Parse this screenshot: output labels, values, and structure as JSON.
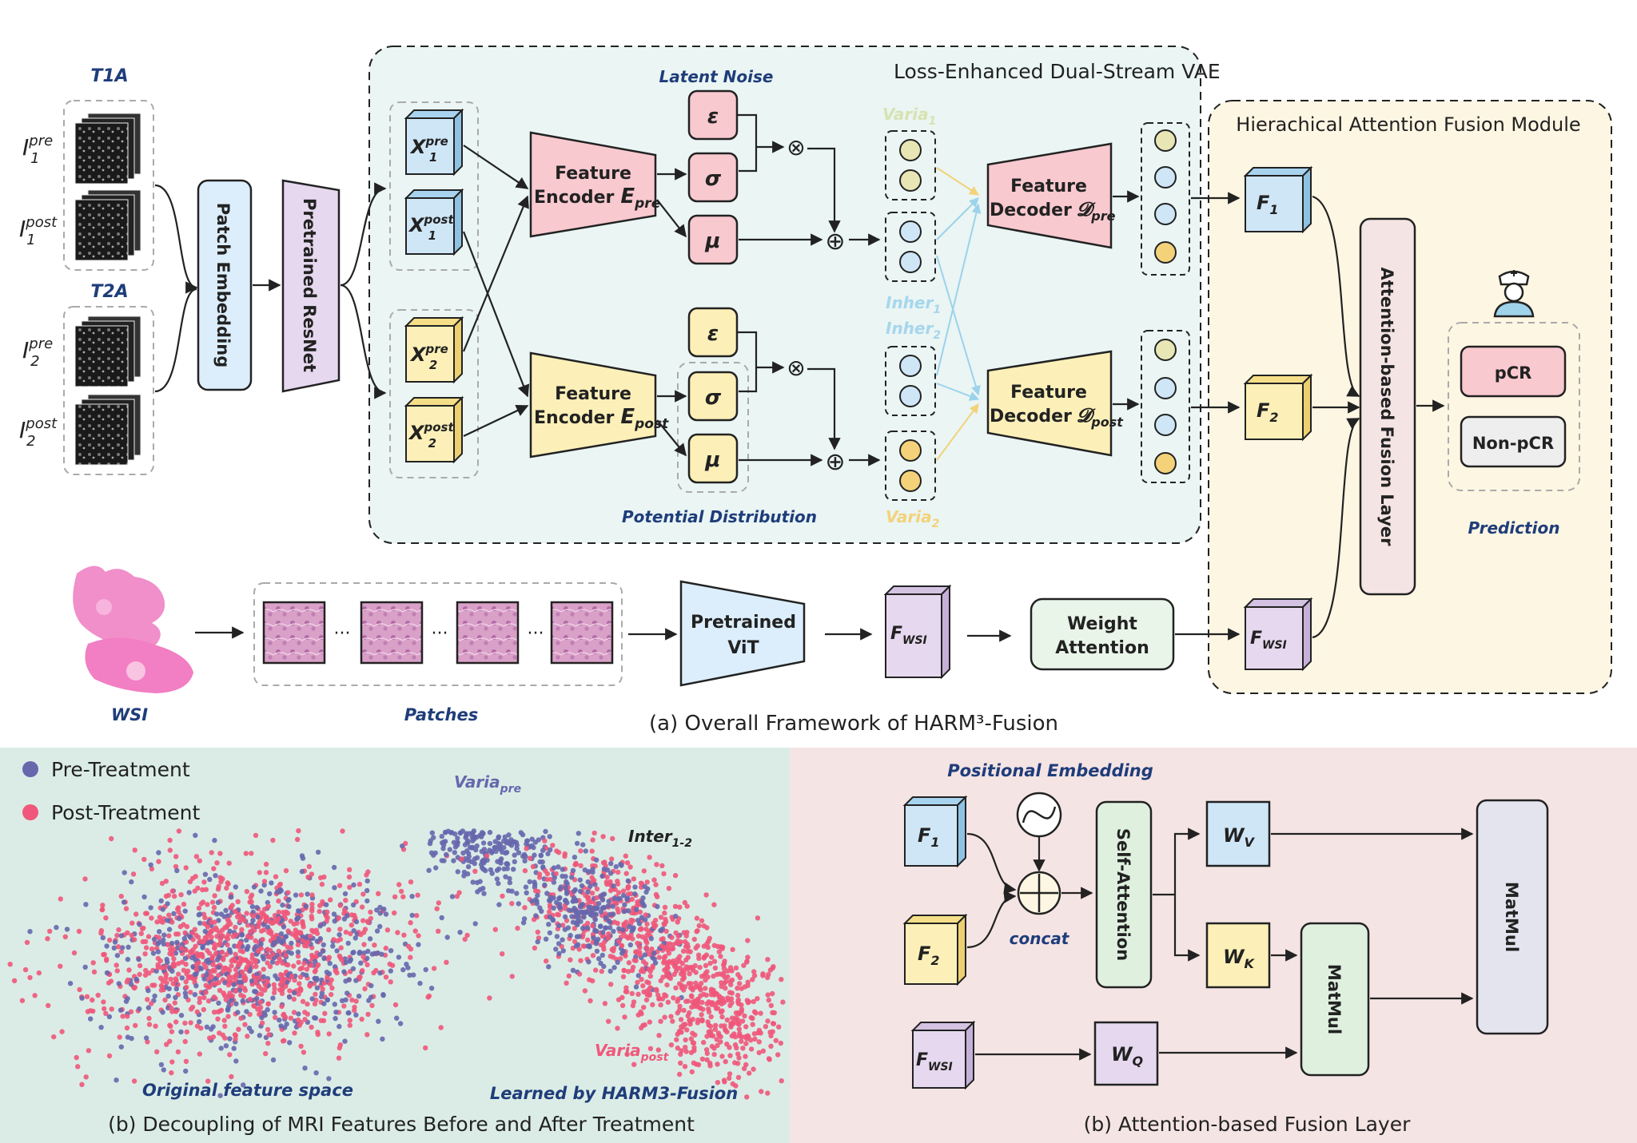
{
  "panel_a": {
    "caption": "(a) Overall Framework of HARM³-Fusion",
    "vae_title": "Loss-Enhanced Dual-Stream VAE",
    "ham_title": "Hierachical Attention Fusion Module",
    "t1a": "T1A",
    "t2a": "T2A",
    "inputs": {
      "i1pre_base": "I",
      "i1pre_sub": "1",
      "i1pre_sup": "pre",
      "i1post_base": "I",
      "i1post_sub": "1",
      "i1post_sup": "post",
      "i2pre_base": "I",
      "i2pre_sub": "2",
      "i2pre_sup": "pre",
      "i2post_base": "I",
      "i2post_sub": "2",
      "i2post_sup": "post"
    },
    "patch_embedding": "Patch Embedding",
    "pretrained_resnet": "Pretrained ResNet",
    "x_cubes": {
      "x1pre_sup": "pre",
      "x1post_sup": "post",
      "x2pre_sup": "pre",
      "x2post_sup": "post",
      "base": "X",
      "sub1": "1",
      "sub2": "2"
    },
    "encoder_word": "Feature",
    "encoder_pre": "Encoder",
    "encoder_sym": "E",
    "encoder_pre_sub": "pre",
    "encoder_post_sub": "post",
    "latent_noise": "Latent Noise",
    "potential_distribution": "Potential Distribution",
    "epsilon": "ε",
    "sigma": "σ",
    "mu": "μ",
    "otimes": "⊗",
    "oplus": "⊕",
    "varia1_base": "Varia",
    "varia1_sub": "1",
    "inher1_base": "Inher",
    "inher1_sub": "1",
    "inher2_base": "Inher",
    "inher2_sub": "2",
    "varia2_base": "Varia",
    "varia2_sub": "2",
    "decoder_word": "Feature",
    "decoder_label": "Decoder",
    "decoder_sym": "𝓓",
    "decoder_pre_sub": "pre",
    "decoder_post_sub": "post",
    "f1_base": "F",
    "f1_sub": "1",
    "f2_base": "F",
    "f2_sub": "2",
    "fwsi_base": "F",
    "fwsi_sub": "WSI",
    "fusion_layer": "Attention-based Fusion Layer",
    "pcr": "pCR",
    "nonpcr": "Non-pCR",
    "prediction": "Prediction",
    "wsi": "WSI",
    "patches": "Patches",
    "ellipsis": "···",
    "pretrained_vit_1": "Pretrained",
    "pretrained_vit_2": "ViT",
    "weight_attention_1": "Weight",
    "weight_attention_2": "Attention"
  },
  "panel_b_left": {
    "caption": "(b) Decoupling of MRI Features Before and After Treatment",
    "legend_pre": "Pre-Treatment",
    "legend_post": "Post-Treatment",
    "original_space": "Original feature space",
    "learned_by": "Learned by HARM3-Fusion",
    "varia_pre_base": "Varia",
    "varia_pre_sub": "pre",
    "inter_base": "Inter",
    "inter_sub": "1-2",
    "varia_post_base": "Varia",
    "varia_post_sub": "post"
  },
  "panel_b_right": {
    "caption": "(b) Attention-based Fusion Layer",
    "positional_embedding": "Positional Embedding",
    "concat": "concat",
    "self_attention": "Self-Attention",
    "wv_base": "W",
    "wv_sub": "V",
    "wk_base": "W",
    "wk_sub": "K",
    "wq_base": "W",
    "wq_sub": "Q",
    "matmul": "MatMul",
    "f1_base": "F",
    "f1_sub": "1",
    "f2_base": "F",
    "f2_sub": "2",
    "fwsi_base": "F",
    "fwsi_sub": "WSI"
  },
  "colors": {
    "blue_cube": "#cfe6f7",
    "yellow_cube": "#fcf0b8",
    "pink": "#f8c9cf",
    "purple": "#e6d8ee",
    "green": "#dff0df",
    "vae_bg": "#eaf5f4",
    "ham_bg": "#fdf6e3",
    "panel_bl_bg": "#dbece6",
    "panel_br_bg": "#f5e4e4",
    "dot_pre": "#6667ad",
    "dot_post": "#f0577a"
  }
}
